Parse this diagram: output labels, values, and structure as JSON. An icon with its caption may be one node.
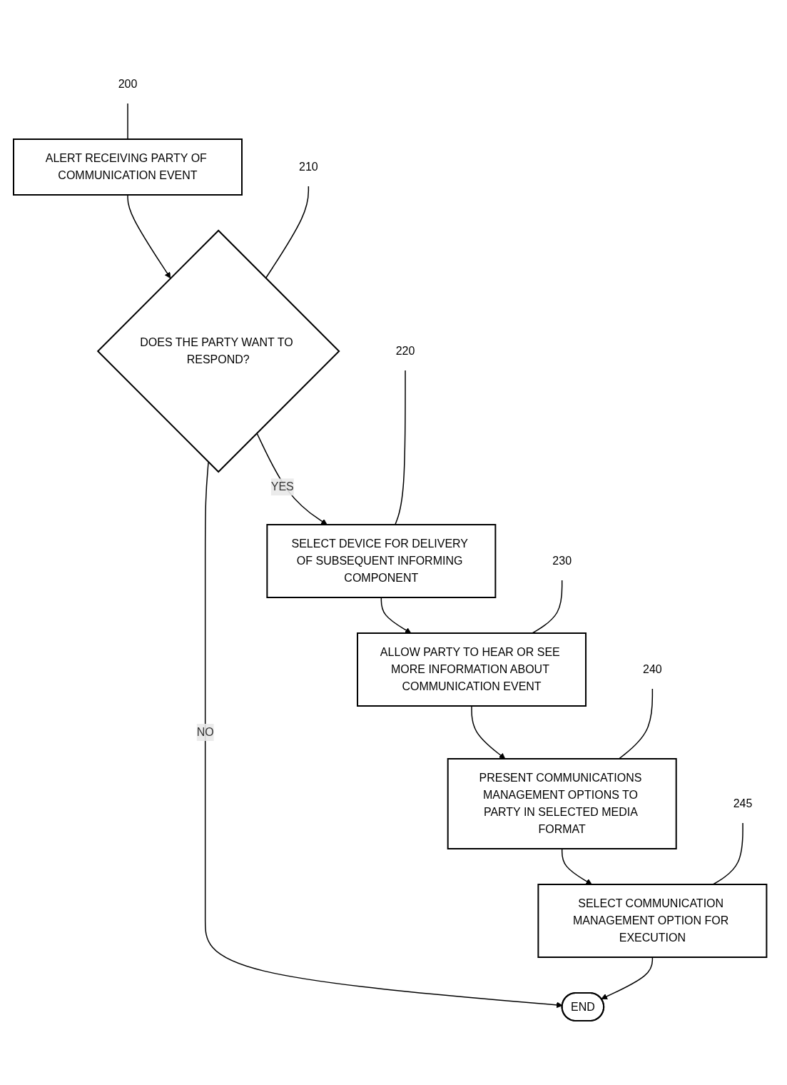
{
  "diagram": {
    "nodes": [
      {
        "text": [
          "ALERT RECEIVING PARTY OF COMMUNICATION EVENT"
        ]
      },
      {
        "text": [
          "200"
        ]
      },
      {
        "text": [
          "DOES THE PARTY WANT TO RESPOND?"
        ]
      },
      {
        "text": [
          "210"
        ]
      },
      {
        "text": [
          "END"
        ]
      },
      {
        "text": [
          "SELECT DEVICE FOR DELIVERY OF SUBSEQUENT INFORMING COMPONENT"
        ]
      },
      {
        "text": [
          "220"
        ]
      },
      {
        "text": [
          "ALLOW PARTY TO HEAR OR SEE MORE INFORMATION ABOUT COMMUNICATION EVENT"
        ]
      },
      {
        "text": [
          "230"
        ]
      },
      {
        "text": [
          "245"
        ]
      },
      {
        "text": [
          "PRESENT COMMUNICATIONS MANAGEMENT OPTIONS TO PARTY IN SELECTED MEDIA FORMAT"
        ]
      },
      {
        "text": [
          "240"
        ]
      },
      {
        "text": [
          "SELECT COMMUNICATION MANAGEMENT OPTION FOR EXECUTION"
        ]
      }
    ],
    "edges": [
      {
        "from": 0,
        "to": 2,
        "arrow": "to"
      },
      {
        "from": 2,
        "to": 4,
        "arrow": "to",
        "label": "NO"
      },
      {
        "from": 2,
        "to": 5,
        "arrow": "to",
        "label": "YES"
      },
      {
        "from": 5,
        "to": 7,
        "arrow": "to"
      },
      {
        "from": 7,
        "to": 10,
        "arrow": "to"
      },
      {
        "from": 10,
        "to": 12,
        "arrow": "to"
      },
      {
        "from": 12,
        "to": 4,
        "arrow": "to"
      },
      {
        "from": 1,
        "to": 0,
        "arrow": "none"
      },
      {
        "from": 3,
        "to": 2,
        "arrow": "none"
      },
      {
        "from": 6,
        "to": 5,
        "arrow": "none"
      },
      {
        "from": 8,
        "to": 7,
        "arrow": "none"
      },
      {
        "from": 11,
        "to": 10,
        "arrow": "none"
      },
      {
        "from": 9,
        "to": 12,
        "arrow": "none"
      }
    ]
  }
}
